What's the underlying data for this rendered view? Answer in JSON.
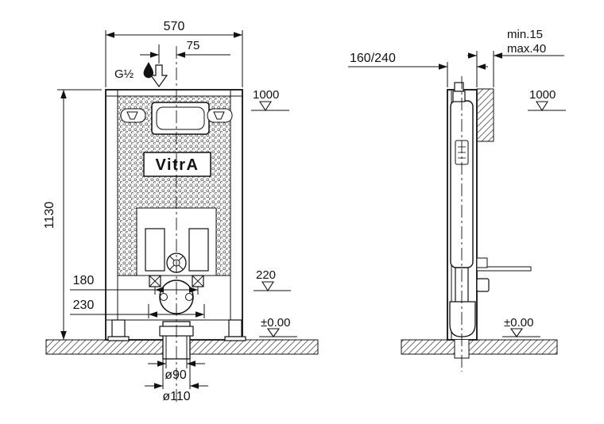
{
  "drawing": {
    "brand": "VitrA",
    "front": {
      "dim_width": "570",
      "dim_inlet_offset": "75",
      "label_inlet": "G½",
      "dim_level_1000": "1000",
      "dim_height": "1130",
      "dim_bolt_spacing": "180",
      "dim_outlet_offset": "230",
      "dim_flush_level": "220",
      "dim_floor_level": "±0.00",
      "dim_drain_90": "ø90",
      "dim_drain_110": "ø110"
    },
    "side": {
      "dim_depth": "160/240",
      "dim_wall_min": "min.15",
      "dim_wall_max": "max.40",
      "dim_level_1000": "1000",
      "dim_floor_level": "±0.00"
    }
  }
}
